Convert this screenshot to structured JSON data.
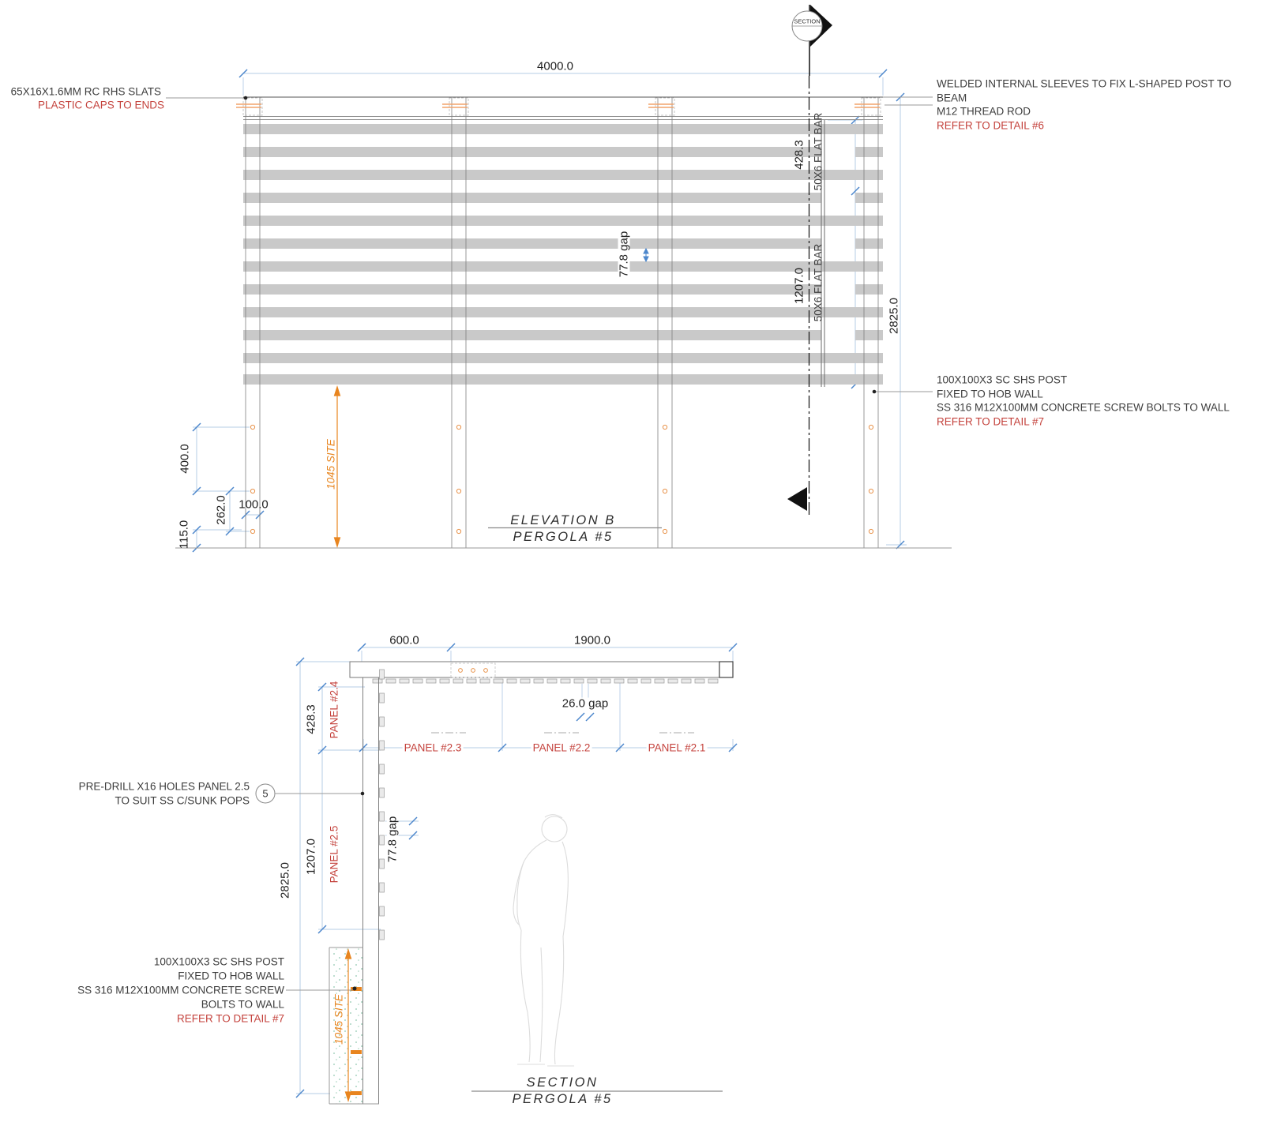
{
  "colors": {
    "annotation_red": "#c4423c",
    "dimension_orange": "#e8851f",
    "dim_line_blue": "#b5cce6",
    "tick_blue": "#4d87cc",
    "slat_gray": "#c9c9c9",
    "stipple_green": "#8ec7ad"
  },
  "section_marker": {
    "label": "SECTION"
  },
  "elevation": {
    "title_line1": "ELEVATION B",
    "title_line2": "PERGOLA #5",
    "dim_width": "4000.0",
    "dim_height": "2825.0",
    "dim_flatbar_top": "428.3",
    "flatbar_top_label": "50X6 FLAT BAR",
    "dim_flatbar_bottom": "1207.0",
    "flatbar_bottom_label": "50X6 FLAT BAR",
    "dim_gap": "77.8 gap",
    "dim_400": "400.0",
    "dim_262": "262.0",
    "dim_100": "100.0",
    "dim_115": "115.0",
    "dim_site": "1045 SITE",
    "note_slats_line1": "65X16X1.6MM RC RHS SLATS",
    "note_slats_line2": "PLASTIC CAPS TO ENDS",
    "note_beam": [
      "WELDED INTERNAL SLEEVES TO FIX L-SHAPED POST TO",
      "BEAM",
      "M12 THREAD ROD",
      "REFER TO DETAIL #6"
    ],
    "note_post": [
      "100X100X3 SC SHS POST",
      "FIXED TO HOB WALL",
      "SS 316 M12X100MM CONCRETE SCREW BOLTS TO WALL",
      "REFER TO DETAIL #7"
    ]
  },
  "section": {
    "title_line1": "SECTION",
    "title_line2": "PERGOLA #5",
    "dim_600": "600.0",
    "dim_1900": "1900.0",
    "dim_gap_26": "26.0 gap",
    "dim_gap_77": "77.8 gap",
    "dim_428": "428.3",
    "dim_1207": "1207.0",
    "dim_2825": "2825.0",
    "dim_site": "1045 SITE",
    "panel_24": "PANEL #2.4",
    "panel_25": "PANEL #2.5",
    "panel_23": "PANEL #2.3",
    "panel_22": "PANEL #2.2",
    "panel_21": "PANEL #2.1",
    "detail_bubble": "5",
    "note_predrill_line1": "PRE-DRILL X16 HOLES PANEL 2.5",
    "note_predrill_line2": "TO SUIT SS C/SUNK POPS",
    "note_post": [
      "100X100X3 SC SHS POST",
      "FIXED TO HOB WALL",
      "SS 316 M12X100MM CONCRETE SCREW",
      "BOLTS TO WALL",
      "REFER TO DETAIL #7"
    ]
  }
}
